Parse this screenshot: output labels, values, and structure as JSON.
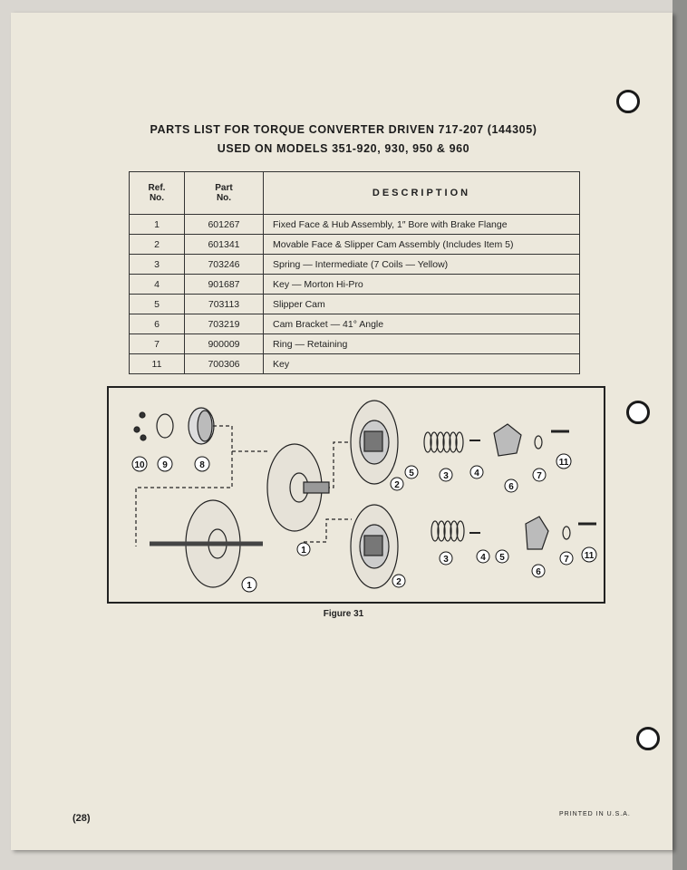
{
  "heading": {
    "line1": "PARTS LIST FOR TORQUE CONVERTER DRIVEN 717-207 (144305)",
    "line2": "USED ON MODELS 351-920, 930, 950 & 960"
  },
  "table": {
    "headers": {
      "ref": "Ref.",
      "ref2": "No.",
      "part": "Part",
      "part2": "No.",
      "desc": "DESCRIPTION"
    },
    "rows": [
      {
        "ref": "1",
        "part": "601267",
        "desc": "Fixed Face & Hub Assembly, 1″ Bore with Brake Flange"
      },
      {
        "ref": "2",
        "part": "601341",
        "desc": "Movable Face & Slipper Cam Assembly (Includes Item 5)"
      },
      {
        "ref": "3",
        "part": "703246",
        "desc": "Spring — Intermediate (7 Coils — Yellow)"
      },
      {
        "ref": "4",
        "part": "901687",
        "desc": "Key — Morton Hi-Pro"
      },
      {
        "ref": "5",
        "part": "703113",
        "desc": "Slipper Cam"
      },
      {
        "ref": "6",
        "part": "703219",
        "desc": "Cam Bracket — 41° Angle"
      },
      {
        "ref": "7",
        "part": "900009",
        "desc": "Ring — Retaining"
      },
      {
        "ref": "11",
        "part": "700306",
        "desc": "Key"
      }
    ]
  },
  "figure": {
    "caption": "Figure 31",
    "callouts": [
      "10",
      "9",
      "8",
      "1",
      "1",
      "2",
      "5",
      "3",
      "4",
      "6",
      "7",
      "11",
      "2",
      "3",
      "4",
      "5",
      "6",
      "7",
      "11"
    ]
  },
  "footer": {
    "page_number": "(28)",
    "printed": "PRINTED IN U.S.A."
  }
}
